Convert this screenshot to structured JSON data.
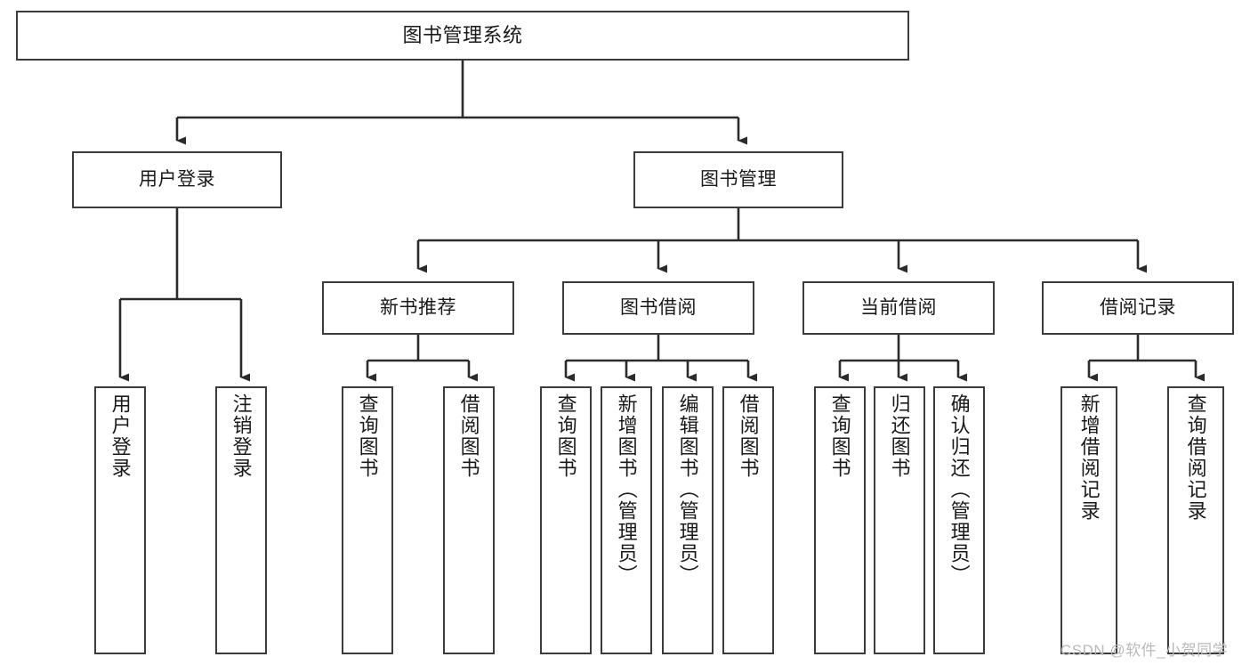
{
  "diagram": {
    "title": "图书管理系统",
    "watermark": "CSDN @软件_小贺同学",
    "colors": {
      "border": "#3b3b3b",
      "text": "#1a1a1a",
      "background": "#ffffff",
      "edge": "#2b2b2b",
      "watermark": "#b9b9b9"
    },
    "levels": {
      "level1": [
        {
          "id": "root",
          "label": "图书管理系统"
        }
      ],
      "level2": [
        {
          "id": "user-login",
          "label": "用户登录"
        },
        {
          "id": "book-manage",
          "label": "图书管理"
        }
      ],
      "level3": [
        {
          "id": "new-book-recommend",
          "label": "新书推荐"
        },
        {
          "id": "book-borrow",
          "label": "图书借阅"
        },
        {
          "id": "current-borrow",
          "label": "当前借阅"
        },
        {
          "id": "borrow-record",
          "label": "借阅记录"
        }
      ],
      "level4": [
        {
          "id": "leaf-user-login",
          "label": "用户登录"
        },
        {
          "id": "leaf-logout-login",
          "label": "注销登录"
        },
        {
          "id": "leaf-query-book-1",
          "label": "查询图书"
        },
        {
          "id": "leaf-borrow-book-1",
          "label": "借阅图书"
        },
        {
          "id": "leaf-query-book-2",
          "label": "查询图书"
        },
        {
          "id": "leaf-add-book-admin",
          "label": "新增图书（管理员）"
        },
        {
          "id": "leaf-edit-book-admin",
          "label": "编辑图书（管理员）"
        },
        {
          "id": "leaf-borrow-book-2",
          "label": "借阅图书"
        },
        {
          "id": "leaf-query-book-3",
          "label": "查询图书"
        },
        {
          "id": "leaf-return-book",
          "label": "归还图书"
        },
        {
          "id": "leaf-confirm-return-admin",
          "label": "确认归还（管理员）"
        },
        {
          "id": "leaf-add-borrow-record",
          "label": "新增借阅记录"
        },
        {
          "id": "leaf-query-borrow-record",
          "label": "查询借阅记录"
        }
      ]
    }
  }
}
